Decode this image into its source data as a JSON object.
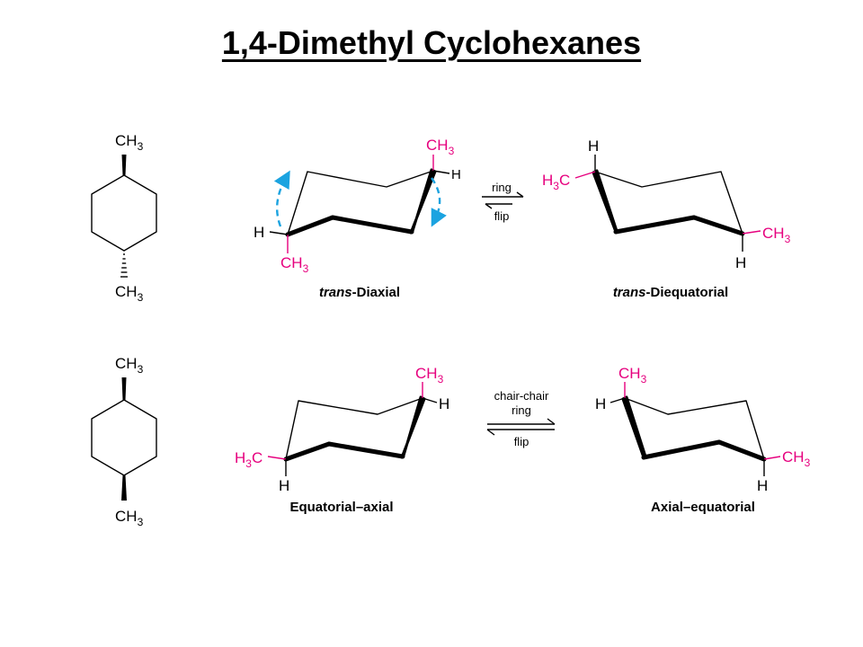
{
  "title": "1,4-Dimethyl Cyclohexanes",
  "colors": {
    "text": "#000000",
    "substituent": "#e6007e",
    "flip_arrow": "#1ba3e0"
  },
  "groups": {
    "ch3": "CH",
    "h3c_h": "H",
    "h3c_c": "C",
    "sub3": "3",
    "h": "H"
  },
  "row1": {
    "caption_left_italic": "trans",
    "caption_left_rest": "-Diaxial",
    "caption_right_italic": "trans",
    "caption_right_rest": "-Diequatorial",
    "arrow_top": "ring",
    "arrow_bottom": "flip"
  },
  "row2": {
    "caption_left": "Equatorial–axial",
    "caption_right": "Axial–equatorial",
    "arrow_line1": "chair-chair",
    "arrow_line2": "ring",
    "arrow_bottom": "flip"
  }
}
